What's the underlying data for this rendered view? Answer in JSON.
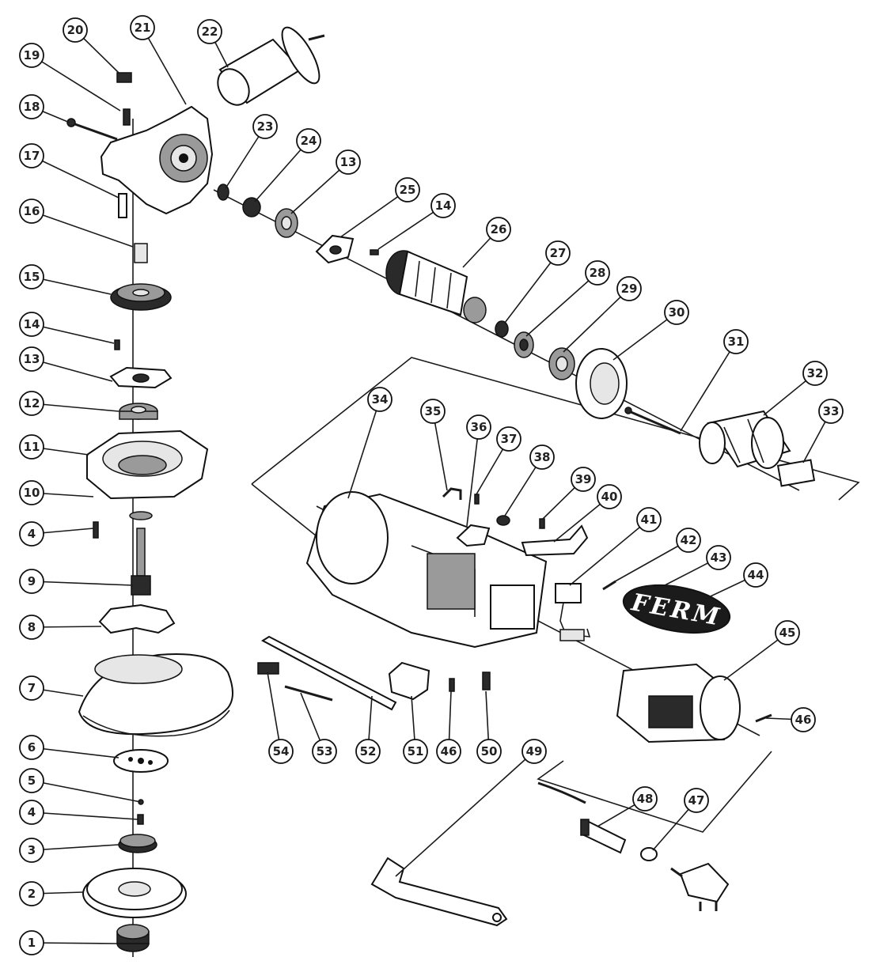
{
  "diagram": {
    "brand_label": "FERM",
    "callouts": [
      {
        "label": "1"
      },
      {
        "label": "2"
      },
      {
        "label": "3"
      },
      {
        "label": "4"
      },
      {
        "label": "5"
      },
      {
        "label": "6"
      },
      {
        "label": "7"
      },
      {
        "label": "8"
      },
      {
        "label": "9"
      },
      {
        "label": "4"
      },
      {
        "label": "10"
      },
      {
        "label": "11"
      },
      {
        "label": "12"
      },
      {
        "label": "13"
      },
      {
        "label": "14"
      },
      {
        "label": "15"
      },
      {
        "label": "16"
      },
      {
        "label": "17"
      },
      {
        "label": "18"
      },
      {
        "label": "19"
      },
      {
        "label": "20"
      },
      {
        "label": "21"
      },
      {
        "label": "22"
      },
      {
        "label": "23"
      },
      {
        "label": "24"
      },
      {
        "label": "13"
      },
      {
        "label": "25"
      },
      {
        "label": "14"
      },
      {
        "label": "26"
      },
      {
        "label": "27"
      },
      {
        "label": "28"
      },
      {
        "label": "29"
      },
      {
        "label": "30"
      },
      {
        "label": "31"
      },
      {
        "label": "32"
      },
      {
        "label": "33"
      },
      {
        "label": "34"
      },
      {
        "label": "35"
      },
      {
        "label": "36"
      },
      {
        "label": "37"
      },
      {
        "label": "38"
      },
      {
        "label": "39"
      },
      {
        "label": "40"
      },
      {
        "label": "41"
      },
      {
        "label": "42"
      },
      {
        "label": "43"
      },
      {
        "label": "44"
      },
      {
        "label": "45"
      },
      {
        "label": "46"
      },
      {
        "label": "54"
      },
      {
        "label": "53"
      },
      {
        "label": "52"
      },
      {
        "label": "51"
      },
      {
        "label": "46"
      },
      {
        "label": "50"
      },
      {
        "label": "49"
      },
      {
        "label": "48"
      },
      {
        "label": "47"
      }
    ]
  }
}
